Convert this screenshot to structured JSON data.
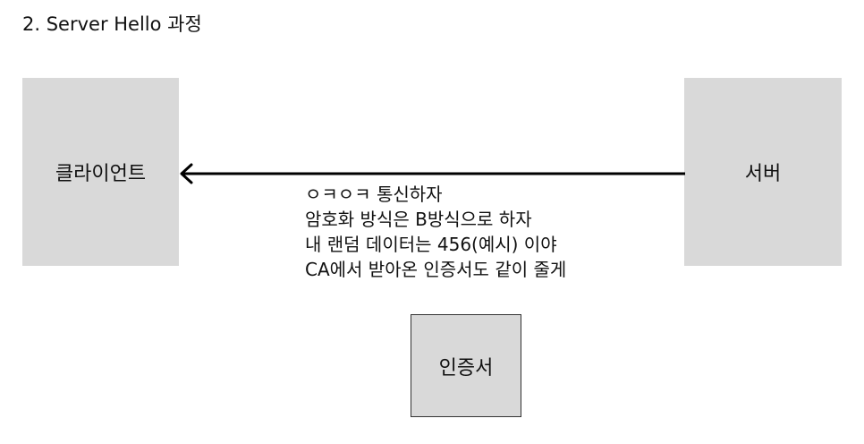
{
  "title": "2. Server Hello 과정",
  "client": {
    "label": "클라이언트"
  },
  "server": {
    "label": "서버"
  },
  "certificate": {
    "label": "인증서"
  },
  "message_lines": [
    "ㅇㅋㅇㅋ 통신하자",
    "암호화 방식은 B방식으로 하자",
    "내 랜덤 데이터는 456(예시) 이야",
    "CA에서 받아온 인증서도 같이 줄게"
  ],
  "colors": {
    "box_fill": "#d9d9d9",
    "arrow": "#000000"
  }
}
